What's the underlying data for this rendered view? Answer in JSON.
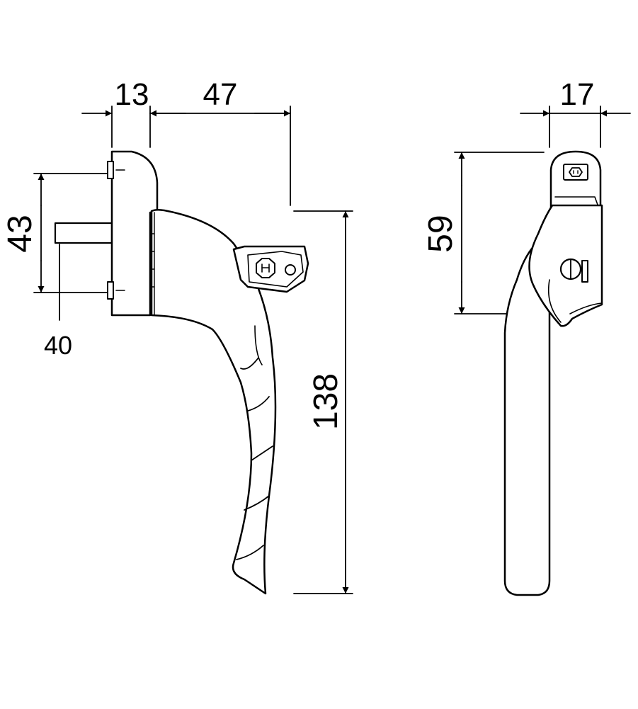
{
  "drawing": {
    "stroke_color": "#000000",
    "fill_color": "#ffffff",
    "side_view": {
      "dim_base_width": "13",
      "dim_reach": "47",
      "dim_spindle_spacing": "43",
      "dim_spindle_length": "40",
      "dim_total_height": "138"
    },
    "front_view": {
      "dim_width": "17",
      "dim_lock_height": "59"
    }
  }
}
